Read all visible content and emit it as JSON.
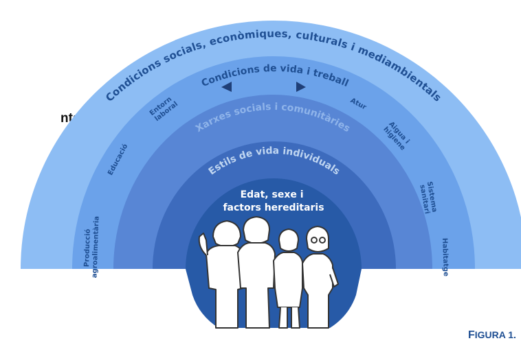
{
  "left_fragment": "nts",
  "figure_caption": {
    "first_letter": "F",
    "rest": "IGURA 1."
  },
  "colors": {
    "layer_outer": "#8dbdf4",
    "layer_2": "#6ba2ea",
    "layer_3": "#5886d5",
    "layer_4": "#3d6bbd",
    "core": "#275aa7",
    "text_dark": "#1f4f93",
    "text_light": "#c0d6f1"
  },
  "layers": {
    "outer": "Condicions socials, econòmiques, culturals i mediambientals",
    "second": "Condicions de vida i treball",
    "third": "Xarxes socials i comunitàries",
    "fourth": "Estils de vida individuals",
    "core_line1": "Edat, sexe i",
    "core_line2": "factors hereditaris"
  },
  "factors": [
    "Producció agroalimentària",
    "Educació",
    "Entorn laboral",
    "Atur",
    "Aigua i higiene",
    "Sistema sanitari",
    "Habitatge"
  ],
  "icons": [
    "arrow-left-icon",
    "arrow-right-icon",
    "people-illustration"
  ]
}
